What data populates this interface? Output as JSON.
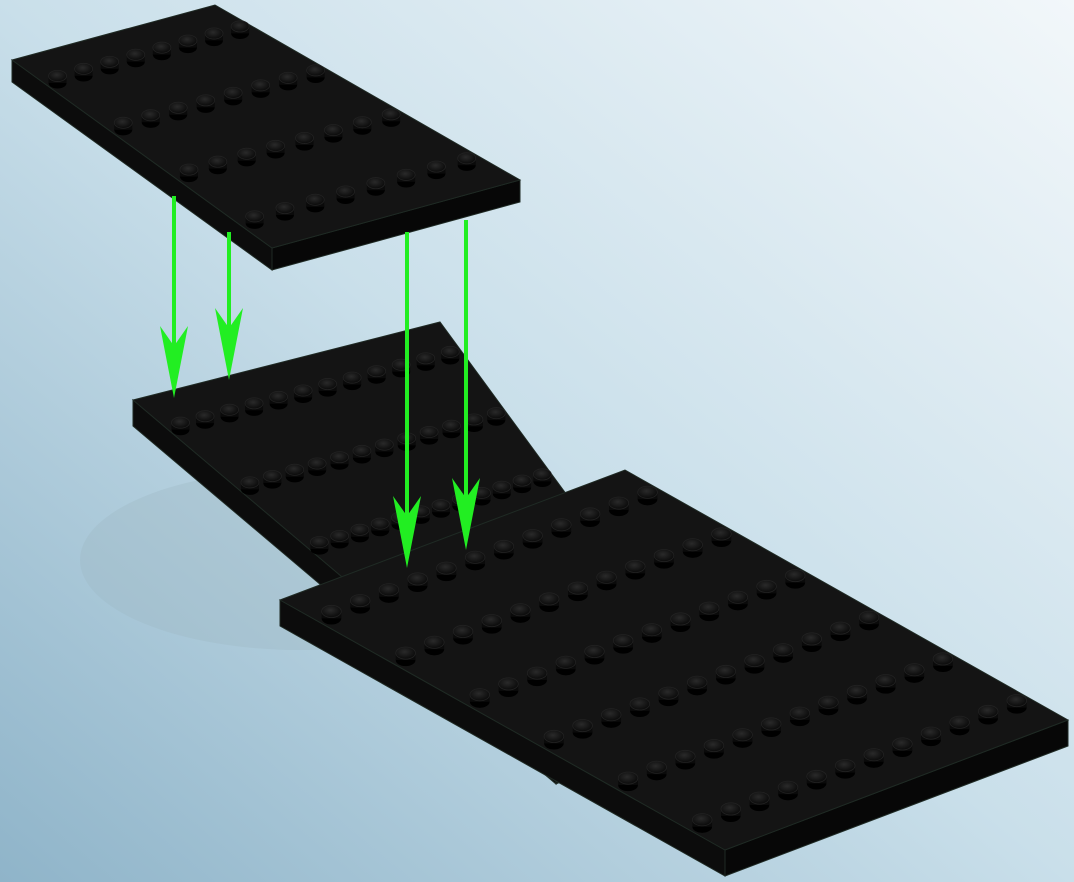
{
  "scene": {
    "background_colors": [
      "#8fb4c9",
      "#c9dfea",
      "#f2f7fa"
    ],
    "plate_color": "#141414",
    "plate_edge_color": "#1f2a24",
    "stud_color": "#101010",
    "arrow_color": "#22ee22",
    "parts": [
      {
        "name": "top-plate",
        "studs_long": 8,
        "studs_wide": 4
      },
      {
        "name": "middle-plate",
        "studs_long": 12,
        "studs_wide": 6
      },
      {
        "name": "bottom-plate",
        "studs_long": 12,
        "studs_wide": 6
      }
    ],
    "arrow_count": 4
  }
}
